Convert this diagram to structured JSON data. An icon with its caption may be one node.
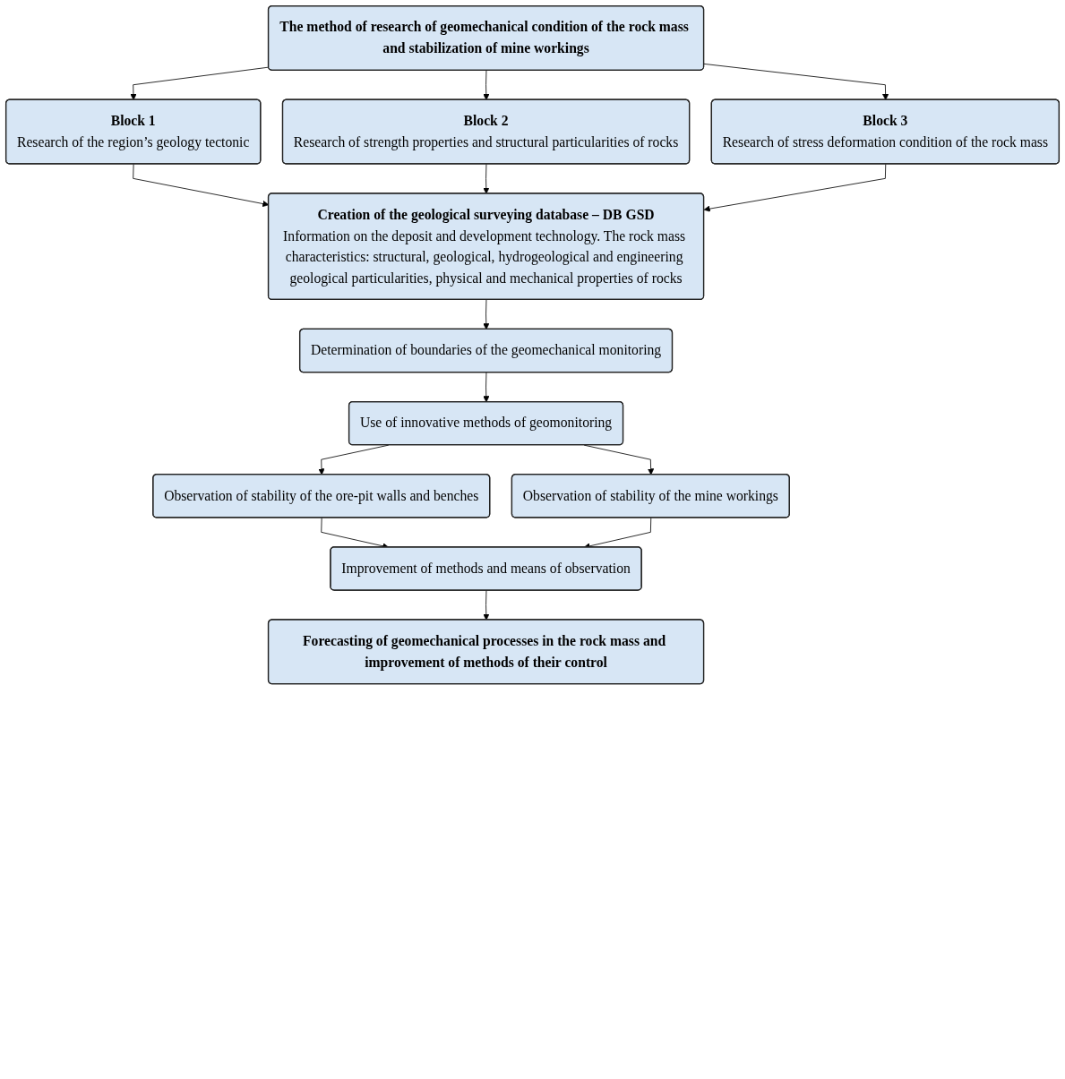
{
  "diagram": {
    "nodes": [
      {
        "text": [
          "The method of research of geomechanical condition of the rock mass and stabilization of mine workings"
        ]
      },
      {
        "text": [
          "Block 1",
          "Research of the region’s geology tectonic"
        ]
      },
      {
        "text": [
          "Block 2",
          "Research of strength properties and structural particularities of rocks"
        ]
      },
      {
        "text": [
          "Block 3",
          "Research of stress deformation condition of the rock mass"
        ]
      },
      {
        "text": [
          "Creation of the geological surveying database – DB GSD",
          "Information on the deposit and development technology. The rock mass characteristics: structural, geological, hydrogeological and engineering geological particularities, physical and mechanical properties of rocks"
        ]
      },
      {
        "text": [
          "Determination of boundaries of the geomechanical monitoring"
        ]
      },
      {
        "text": [
          "Use of innovative methods of geomonitoring"
        ]
      },
      {
        "text": [
          "Observation of stability of the ore-pit walls and benches"
        ]
      },
      {
        "text": [
          "Observation of stability of the mine workings"
        ]
      },
      {
        "text": [
          "Improvement of methods and means of observation"
        ]
      },
      {
        "text": [
          "Forecasting of geomechanical processes in the rock mass and improvement of methods of their control"
        ]
      }
    ],
    "edges": [
      {
        "from": 0,
        "to": 1,
        "arrow": "to"
      },
      {
        "from": 0,
        "to": 2,
        "arrow": "to"
      },
      {
        "from": 0,
        "to": 3,
        "arrow": "to"
      },
      {
        "from": 1,
        "to": 4,
        "arrow": "to"
      },
      {
        "from": 2,
        "to": 4,
        "arrow": "to"
      },
      {
        "from": 3,
        "to": 4,
        "arrow": "to"
      },
      {
        "from": 4,
        "to": 5,
        "arrow": "to"
      },
      {
        "from": 5,
        "to": 6,
        "arrow": "to"
      },
      {
        "from": 6,
        "to": 7,
        "arrow": "to"
      },
      {
        "from": 6,
        "to": 8,
        "arrow": "to"
      },
      {
        "from": 7,
        "to": 9,
        "arrow": "to"
      },
      {
        "from": 8,
        "to": 9,
        "arrow": "to"
      },
      {
        "from": 9,
        "to": 10,
        "arrow": "to"
      }
    ]
  }
}
